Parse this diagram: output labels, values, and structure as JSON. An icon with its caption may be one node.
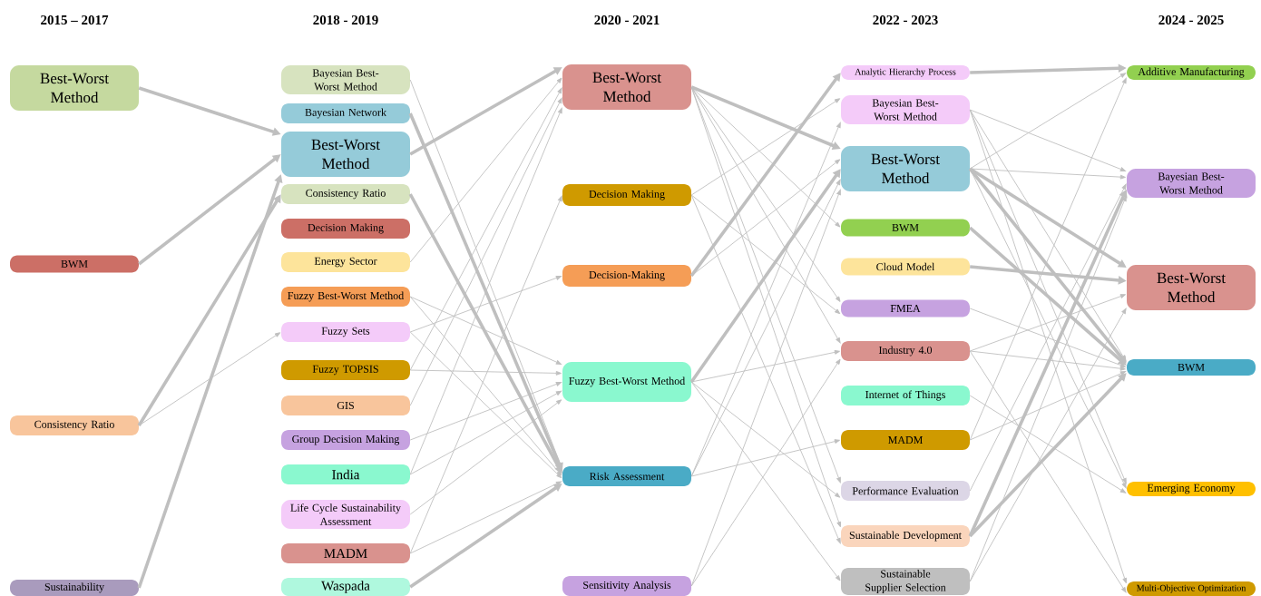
{
  "diagram": {
    "nodes": [
      {
        "text": [
          "Best-Worst Method"
        ]
      },
      {
        "text": [
          "BWM"
        ]
      },
      {
        "text": [
          "Consistency Ratio"
        ]
      },
      {
        "text": [
          "Sustainability"
        ]
      },
      {
        "text": [
          "Bayesian Best-Worst Method"
        ]
      },
      {
        "text": [
          "Bayesian Network"
        ]
      },
      {
        "text": [
          "Best-Worst Method"
        ]
      },
      {
        "text": [
          "Consistency Ratio"
        ]
      },
      {
        "text": [
          "Decision Making"
        ]
      },
      {
        "text": [
          "Energy Sector"
        ]
      },
      {
        "text": [
          "Fuzzy Best-Worst Method"
        ]
      },
      {
        "text": [
          "Fuzzy Sets"
        ]
      },
      {
        "text": [
          "Fuzzy TOPSIS"
        ]
      },
      {
        "text": [
          "GIS"
        ]
      },
      {
        "text": [
          "Group Decision Making"
        ]
      },
      {
        "text": [
          "India"
        ]
      },
      {
        "text": [
          "Life Cycle Sustainability Assessment"
        ]
      },
      {
        "text": [
          "MADM"
        ]
      },
      {
        "text": [
          "Waspada"
        ]
      },
      {
        "text": [
          "Best-Worst Method"
        ]
      },
      {
        "text": [
          "Decision Making"
        ]
      },
      {
        "text": [
          "Decision-Making"
        ]
      },
      {
        "text": [
          "Fuzzy Best-Worst Method"
        ]
      },
      {
        "text": [
          "Risk Assessment"
        ]
      },
      {
        "text": [
          "Sensitivity Analysis"
        ]
      },
      {
        "text": [
          "Analytic Hierarchy Process"
        ]
      },
      {
        "text": [
          "Bayesian Best-Worst Method"
        ]
      },
      {
        "text": [
          "Best-Worst Method"
        ]
      },
      {
        "text": [
          "BWM"
        ]
      },
      {
        "text": [
          "Cloud Model"
        ]
      },
      {
        "text": [
          "FMEA"
        ]
      },
      {
        "text": [
          "Industry 4.0"
        ]
      },
      {
        "text": [
          "Internet of Things"
        ]
      },
      {
        "text": [
          "MADM"
        ]
      },
      {
        "text": [
          "Performance Evaluation"
        ]
      },
      {
        "text": [
          "Sustainable Development"
        ]
      },
      {
        "text": [
          "Sustainable Supplier Selection"
        ]
      },
      {
        "text": [
          "Additive Manufacturing"
        ]
      },
      {
        "text": [
          "Bayesian Best-Worst Method"
        ]
      },
      {
        "text": [
          "Best-Worst Method"
        ]
      },
      {
        "text": [
          "BWM"
        ]
      },
      {
        "text": [
          "Emerging Economy"
        ]
      },
      {
        "text": [
          "Multi-Objective Optimization"
        ]
      }
    ],
    "edges": [
      {
        "from": 0,
        "to": 6,
        "arrow": "to",
        "style": "thick"
      },
      {
        "from": 1,
        "to": 6,
        "arrow": "to",
        "style": "thick"
      },
      {
        "from": 2,
        "to": 7,
        "arrow": "to",
        "style": "thick"
      },
      {
        "from": 2,
        "to": 11,
        "arrow": "to"
      },
      {
        "from": 3,
        "to": 6,
        "arrow": "to",
        "style": "thick"
      },
      {
        "from": 4,
        "to": 23,
        "arrow": "to"
      },
      {
        "from": 5,
        "to": 23,
        "arrow": "to",
        "style": "thick"
      },
      {
        "from": 6,
        "to": 19,
        "arrow": "to",
        "style": "thick"
      },
      {
        "from": 7,
        "to": 23,
        "arrow": "to",
        "style": "thick"
      },
      {
        "from": 9,
        "to": 19,
        "arrow": "to"
      },
      {
        "from": 10,
        "to": 22,
        "arrow": "to"
      },
      {
        "from": 10,
        "to": 23,
        "arrow": "to"
      },
      {
        "from": 11,
        "to": 21,
        "arrow": "to"
      },
      {
        "from": 11,
        "to": 23,
        "arrow": "to"
      },
      {
        "from": 12,
        "to": 22,
        "arrow": "to"
      },
      {
        "from": 12,
        "to": 19,
        "arrow": "to"
      },
      {
        "from": 13,
        "to": 19,
        "arrow": "to"
      },
      {
        "from": 14,
        "to": 22,
        "arrow": "to"
      },
      {
        "from": 15,
        "to": 19,
        "arrow": "to"
      },
      {
        "from": 15,
        "to": 22,
        "arrow": "to"
      },
      {
        "from": 16,
        "to": 22,
        "arrow": "to"
      },
      {
        "from": 17,
        "to": 23,
        "arrow": "to"
      },
      {
        "from": 17,
        "to": 20,
        "arrow": "to"
      },
      {
        "from": 18,
        "to": 23,
        "arrow": "to",
        "style": "thick"
      },
      {
        "from": 19,
        "to": 27,
        "arrow": "to",
        "style": "thick"
      },
      {
        "from": 19,
        "to": 28,
        "arrow": "to"
      },
      {
        "from": 19,
        "to": 30,
        "arrow": "to"
      },
      {
        "from": 19,
        "to": 31,
        "arrow": "to"
      },
      {
        "from": 19,
        "to": 34,
        "arrow": "to"
      },
      {
        "from": 19,
        "to": 35,
        "arrow": "to"
      },
      {
        "from": 20,
        "to": 26,
        "arrow": "to"
      },
      {
        "from": 20,
        "to": 30,
        "arrow": "to"
      },
      {
        "from": 20,
        "to": 35,
        "arrow": "to"
      },
      {
        "from": 21,
        "to": 25,
        "arrow": "to",
        "style": "thick"
      },
      {
        "from": 21,
        "to": 27,
        "arrow": "to"
      },
      {
        "from": 22,
        "to": 27,
        "arrow": "to",
        "style": "thick"
      },
      {
        "from": 22,
        "to": 31,
        "arrow": "to"
      },
      {
        "from": 22,
        "to": 34,
        "arrow": "to"
      },
      {
        "from": 22,
        "to": 36,
        "arrow": "to"
      },
      {
        "from": 23,
        "to": 33,
        "arrow": "to"
      },
      {
        "from": 23,
        "to": 27,
        "arrow": "to"
      },
      {
        "from": 23,
        "to": 26,
        "arrow": "to"
      },
      {
        "from": 24,
        "to": 27,
        "arrow": "to"
      },
      {
        "from": 24,
        "to": 31,
        "arrow": "to"
      },
      {
        "from": 25,
        "to": 37,
        "arrow": "to",
        "style": "thick"
      },
      {
        "from": 26,
        "to": 38,
        "arrow": "to"
      },
      {
        "from": 26,
        "to": 40,
        "arrow": "to"
      },
      {
        "from": 26,
        "to": 41,
        "arrow": "to"
      },
      {
        "from": 26,
        "to": 42,
        "arrow": "to"
      },
      {
        "from": 27,
        "to": 37,
        "arrow": "to"
      },
      {
        "from": 27,
        "to": 38,
        "arrow": "to"
      },
      {
        "from": 27,
        "to": 39,
        "arrow": "to",
        "style": "thick"
      },
      {
        "from": 27,
        "to": 40,
        "arrow": "to",
        "style": "thick"
      },
      {
        "from": 27,
        "to": 41,
        "arrow": "to"
      },
      {
        "from": 28,
        "to": 40,
        "arrow": "to",
        "style": "thick"
      },
      {
        "from": 29,
        "to": 39,
        "arrow": "to",
        "style": "thick"
      },
      {
        "from": 30,
        "to": 40,
        "arrow": "to"
      },
      {
        "from": 31,
        "to": 39,
        "arrow": "to"
      },
      {
        "from": 31,
        "to": 40,
        "arrow": "to"
      },
      {
        "from": 31,
        "to": 42,
        "arrow": "to"
      },
      {
        "from": 32,
        "to": 41,
        "arrow": "to"
      },
      {
        "from": 33,
        "to": 40,
        "arrow": "to"
      },
      {
        "from": 33,
        "to": 37,
        "arrow": "to"
      },
      {
        "from": 34,
        "to": 38,
        "arrow": "to"
      },
      {
        "from": 35,
        "to": 38,
        "arrow": "to",
        "style": "thick"
      },
      {
        "from": 35,
        "to": 40,
        "arrow": "to",
        "style": "thick"
      },
      {
        "from": 36,
        "to": 39,
        "arrow": "to"
      },
      {
        "from": 36,
        "to": 38,
        "arrow": "to"
      }
    ],
    "labels": [
      "2015 – 2017",
      "2018 - 2019",
      "2020 - 2021",
      "2022 - 2023",
      "2024 - 2025"
    ]
  }
}
